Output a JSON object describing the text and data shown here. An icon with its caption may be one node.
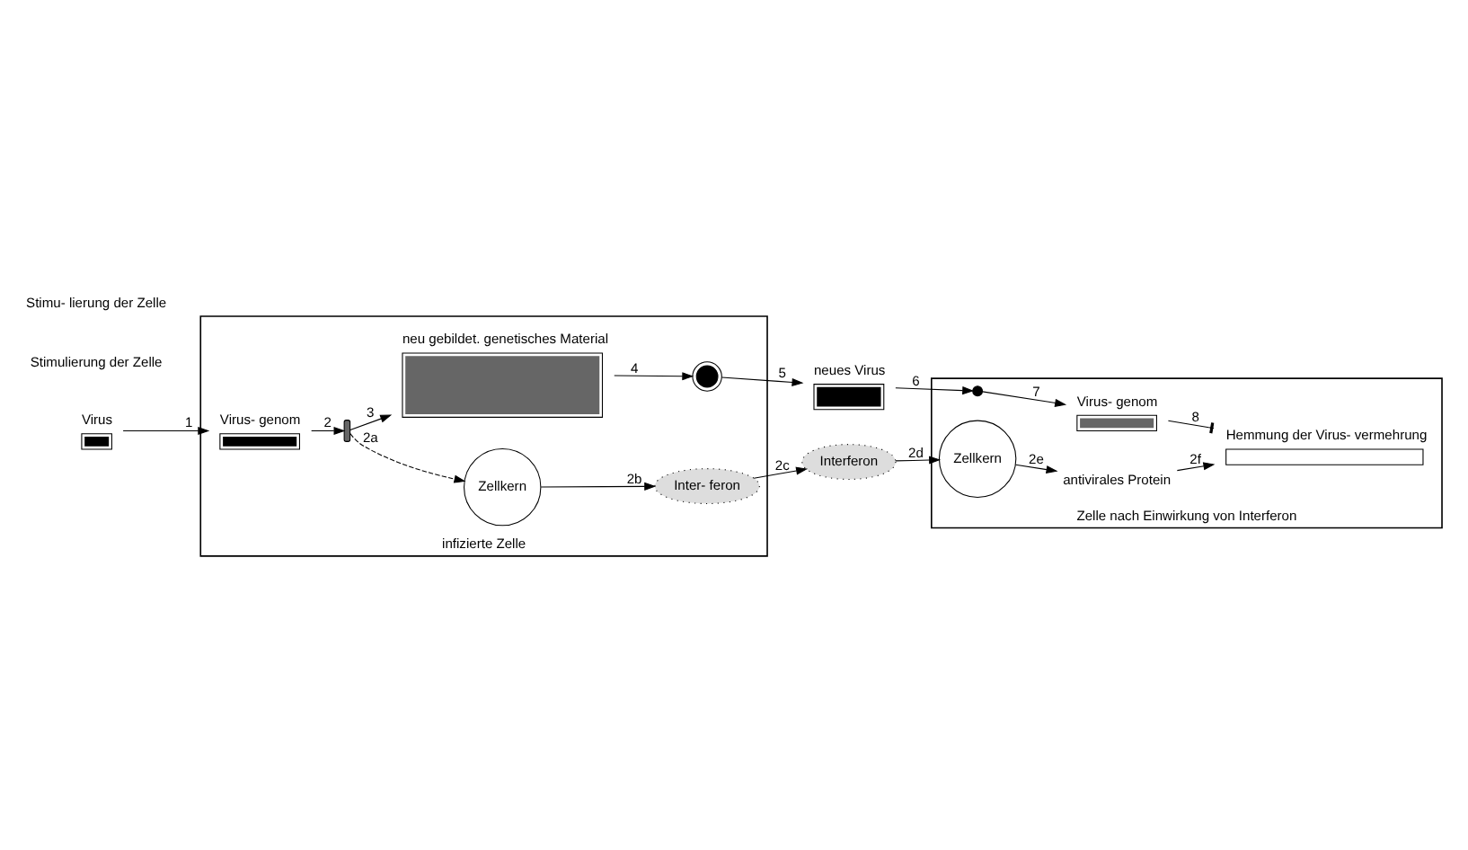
{
  "diagram": {
    "nodes": [
      {
        "text": [
          "infizierte Zelle"
        ]
      },
      {
        "text": [],
        "shape": "dot",
        "beside": [
          "Virus"
        ]
      },
      {
        "text": [],
        "shape": "dot",
        "beside": [
          "Virus- genom"
        ],
        "in": 0
      },
      {
        "text": [],
        "shape": "squiggle",
        "in": 0
      },
      {
        "text": [],
        "shape": "squiggles",
        "beside": [
          "neu gebildet. genetisches Material"
        ],
        "in": 0
      },
      {
        "text": [],
        "shape": "dots",
        "in": 0
      },
      {
        "text": [],
        "shape": "dots",
        "beside": [
          "neues Virus"
        ]
      },
      {
        "text": [
          "Zellkern"
        ],
        "in": 0
      },
      {
        "text": [
          "Inter- feron"
        ],
        "in": 0
      },
      {
        "text": [
          "Interferon"
        ]
      },
      {
        "text": [
          "Zelle nach Einwirkung von Interferon"
        ]
      },
      {
        "text": [],
        "shape": "dot",
        "in": 10
      },
      {
        "text": [],
        "shape": "squiggle",
        "beside": [
          "Virus- genom"
        ],
        "in": 10
      },
      {
        "text": [],
        "shape": "cross",
        "beside": [
          "Hemmung der Virus- vermehrung"
        ],
        "in": 10
      },
      {
        "text": [
          "antivirales Protein"
        ],
        "in": 10
      },
      {
        "text": [
          "Zellkern"
        ],
        "in": 10
      }
    ],
    "edges": [
      {
        "from": 1,
        "to": 2,
        "arrow": "to",
        "label": "1"
      },
      {
        "from": 2,
        "to": 3,
        "arrow": "to",
        "label": "2"
      },
      {
        "from": 3,
        "to": 4,
        "arrow": "to",
        "label": "3"
      },
      {
        "from": 4,
        "to": 5,
        "arrow": "to",
        "label": "4"
      },
      {
        "from": 5,
        "to": 6,
        "arrow": "to",
        "label": "5"
      },
      {
        "from": 6,
        "to": 11,
        "arrow": "to",
        "label": "6"
      },
      {
        "from": 11,
        "to": 12,
        "arrow": "to",
        "label": "7"
      },
      {
        "from": 12,
        "to": 13,
        "arrow": "other",
        "label": "8"
      },
      {
        "from": 3,
        "to": 7,
        "arrow": "to",
        "label": "2a",
        "style": "dashed"
      },
      {
        "from": 7,
        "to": 8,
        "arrow": "to",
        "label": "2b"
      },
      {
        "from": 8,
        "to": 9,
        "arrow": "to",
        "label": "2c"
      },
      {
        "from": 9,
        "to": 15,
        "arrow": "to",
        "label": "2d"
      },
      {
        "from": 15,
        "to": 14,
        "arrow": "to",
        "label": "2e"
      },
      {
        "from": 14,
        "to": 13,
        "arrow": "to",
        "label": "2f"
      }
    ],
    "labels": [
      "Stimulierung der Zelle",
      "Stimu- lierung der Zelle"
    ]
  }
}
